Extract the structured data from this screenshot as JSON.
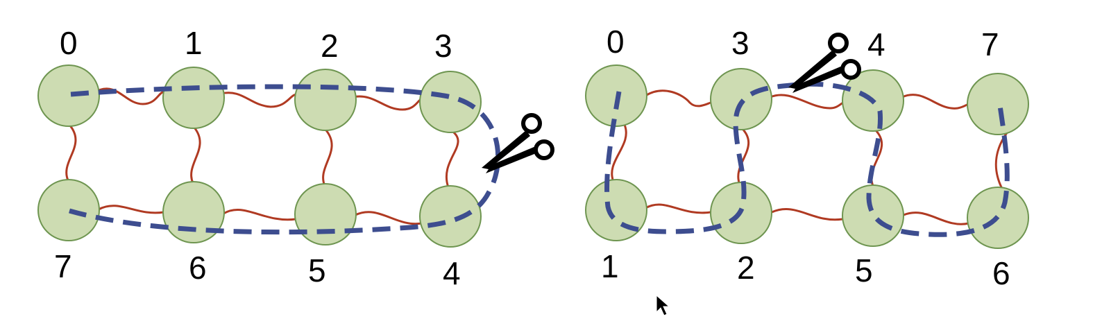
{
  "left_panel": {
    "top_labels": [
      "0",
      "1",
      "2",
      "3"
    ],
    "bottom_labels": [
      "7",
      "6",
      "5",
      "4"
    ]
  },
  "right_panel": {
    "top_labels": [
      "0",
      "3",
      "4",
      "7"
    ],
    "bottom_labels": [
      "1",
      "2",
      "5",
      "6"
    ]
  },
  "icons": [
    "scissors-icon",
    "cursor-arrow-icon"
  ],
  "colors": {
    "node_fill": "#cddcb2",
    "node_stroke": "#6e9550",
    "link": "#b03a22",
    "cut_path": "#3d4d8f"
  }
}
